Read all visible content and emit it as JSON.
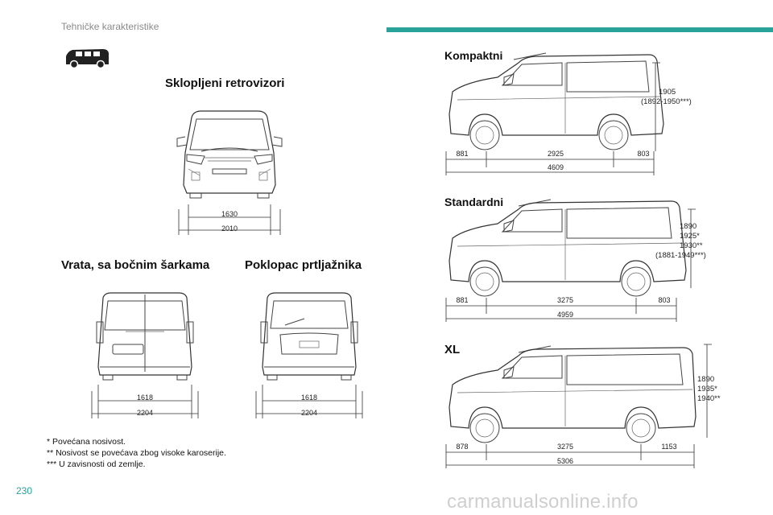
{
  "header": {
    "title": "Tehničke karakteristike",
    "accent": "#2aa39a"
  },
  "page_number": "230",
  "watermark": "carmanualsonline.info",
  "left": {
    "mirrors_title": "Sklopljeni retrovizori",
    "front_dims": [
      "1630",
      "2010"
    ],
    "doors_title": "Vrata, sa bočnim šarkama",
    "doors_dims": [
      "1618",
      "2204"
    ],
    "tailgate_title": "Poklopac prtljažnika",
    "tailgate_dims": [
      "1618",
      "2204"
    ],
    "footnotes": [
      "* Povećana nosivost.",
      "** Nosivost se povećava zbog visoke karoserije.",
      "*** U zavisnosti od zemlje."
    ]
  },
  "variants": [
    {
      "name": "Kompaktni",
      "front": "881",
      "wheelbase": "2925",
      "rear": "803",
      "length": "4609",
      "height": [
        "1905",
        "(1892-1950***)"
      ]
    },
    {
      "name": "Standardni",
      "front": "881",
      "wheelbase": "3275",
      "rear": "803",
      "length": "4959",
      "height": [
        "1890",
        "1925*",
        "1930**",
        "(1881-1949***)"
      ]
    },
    {
      "name": "XL",
      "front": "878",
      "wheelbase": "3275",
      "rear": "1153",
      "length": "5306",
      "height": [
        "1890",
        "1935*",
        "1940**"
      ]
    }
  ]
}
